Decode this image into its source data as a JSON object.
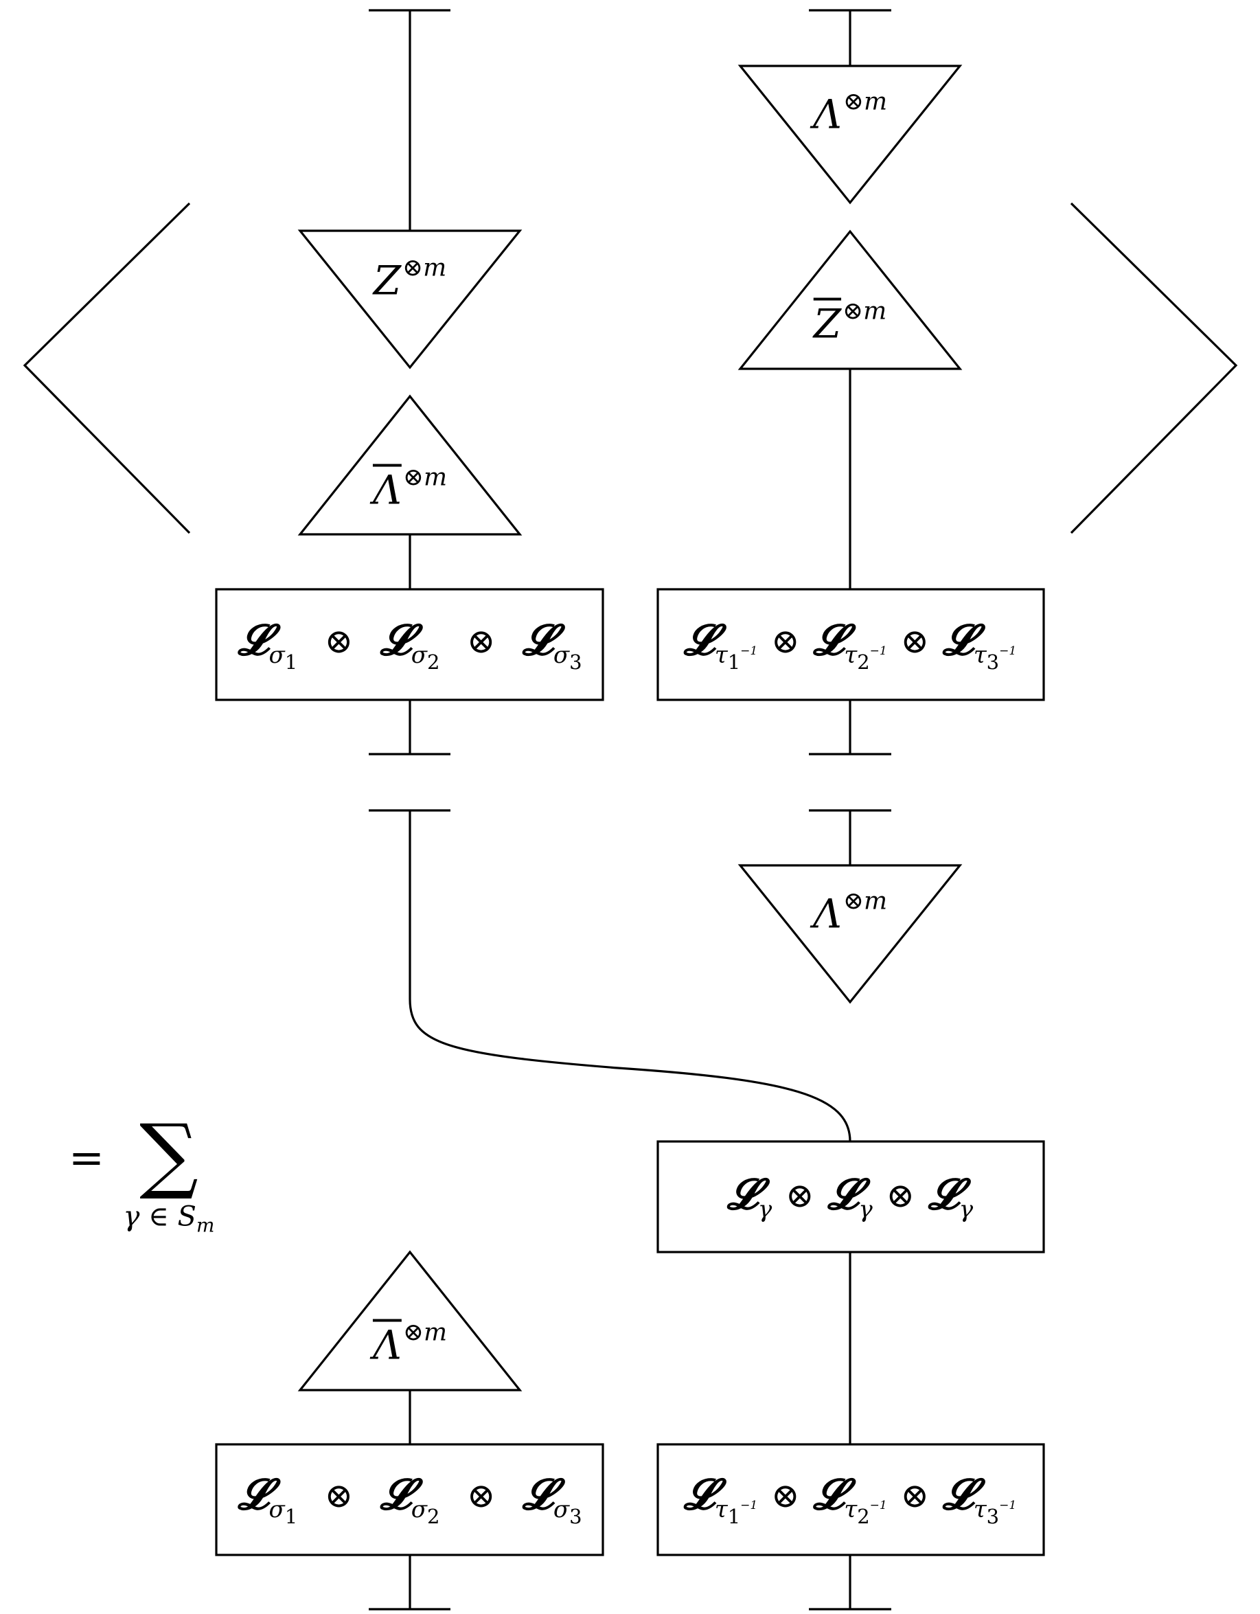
{
  "top_left": {
    "tri_down": {
      "base": "Z",
      "sup": "⊗m"
    },
    "tri_up": {
      "base": "Λ",
      "sup": "⊗m"
    },
    "box": {
      "sub1": "σ",
      "i1": "1",
      "sub2": "σ",
      "i2": "2",
      "sub3": "σ",
      "i3": "3",
      "op": "⊗"
    }
  },
  "top_right": {
    "tri_down": {
      "base": "Λ",
      "sup": "⊗m"
    },
    "tri_up": {
      "base": "Z",
      "sup": "⊗m"
    },
    "box": {
      "sub1": "τ",
      "i1": "1",
      "sub2": "τ",
      "i2": "2",
      "sub3": "τ",
      "i3": "3",
      "inv": "−1",
      "op": "⊗"
    }
  },
  "sum": {
    "equals": "=",
    "sigma": "∑",
    "index": "γ ∈ S",
    "index_sub": "m"
  },
  "bottom_right": {
    "tri_down": {
      "base": "Λ",
      "sup": "⊗m"
    },
    "gamma_box": {
      "sub": "γ",
      "op": "⊗"
    },
    "box": {
      "sub1": "τ",
      "i1": "1",
      "sub2": "τ",
      "i2": "2",
      "sub3": "τ",
      "i3": "3",
      "inv": "−1",
      "op": "⊗"
    }
  },
  "bottom_left": {
    "tri_up": {
      "base": "Λ",
      "sup": "⊗m"
    },
    "box": {
      "sub1": "σ",
      "i1": "1",
      "sub2": "σ",
      "i2": "2",
      "sub3": "σ",
      "i3": "3",
      "op": "⊗"
    }
  },
  "script_L": "𝓛"
}
